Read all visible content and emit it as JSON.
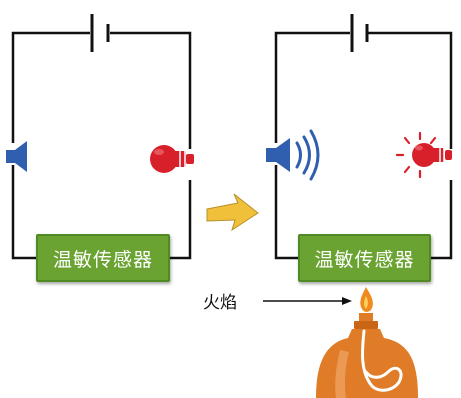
{
  "left_circuit": {
    "sensor_label": "温敏传感器"
  },
  "right_circuit": {
    "sensor_label": "温敏传感器"
  },
  "flame_label": "火焰",
  "colors": {
    "wire": "#111111",
    "speaker": "#2f5fae",
    "bulb": "#d8202a",
    "sensor_fill": "#6aa332",
    "arrow": "#f0c03a",
    "burner_body": "#e07b27",
    "burner_glass": "#e89a52",
    "flame": "#f08a1e"
  },
  "icons": {
    "left_speaker": "speaker-icon",
    "left_bulb": "light-bulb-icon",
    "right_speaker": "speaker-sound-icon",
    "right_bulb": "light-bulb-lit-icon",
    "transition": "arrow-right-icon",
    "burner": "alcohol-lamp-icon"
  }
}
